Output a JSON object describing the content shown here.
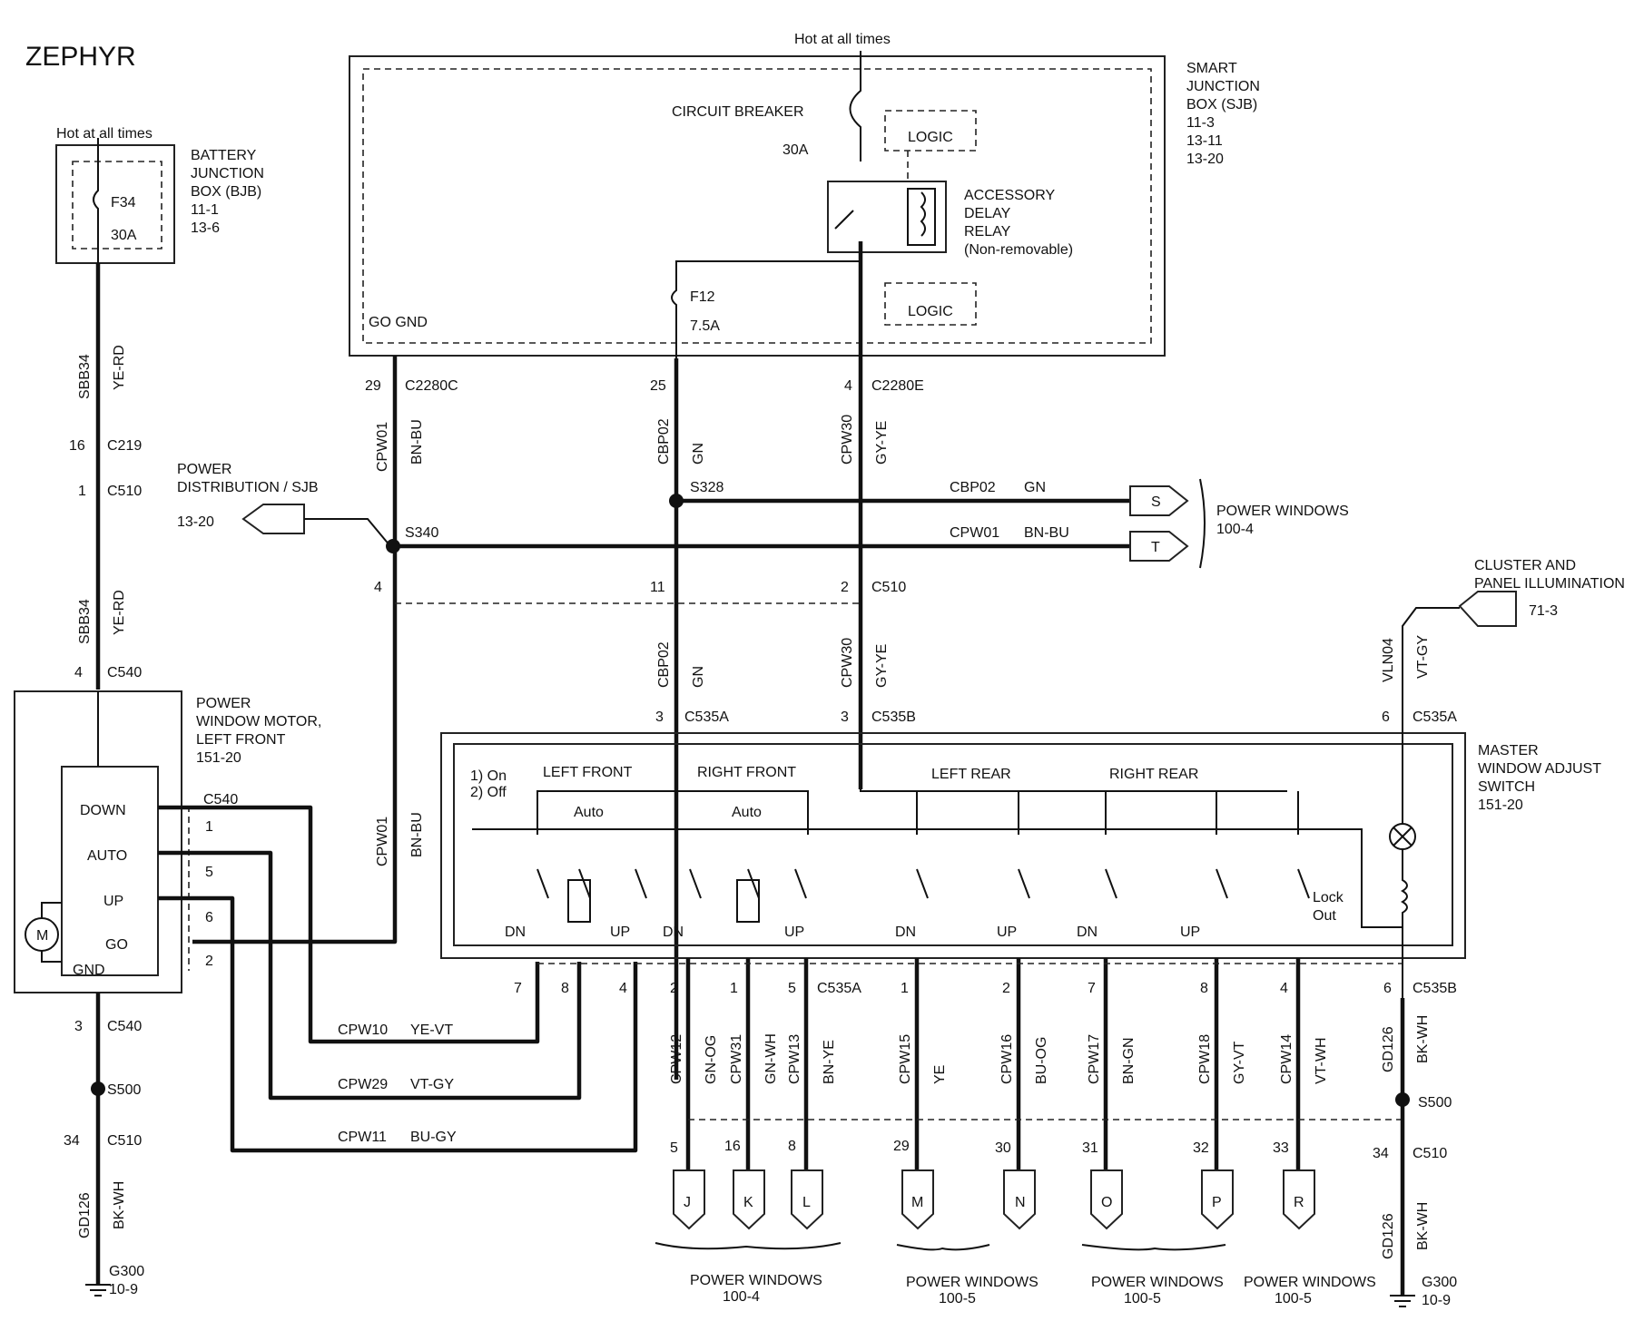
{
  "title": "ZEPHYR",
  "hot_top": "Hot at all times",
  "hot_left": "Hot at all times",
  "sjb": {
    "lines": [
      "SMART",
      "JUNCTION",
      "BOX (SJB)",
      "11-3",
      "13-11",
      "13-20"
    ]
  },
  "bjb": {
    "lines": [
      "BATTERY",
      "JUNCTION",
      "BOX (BJB)",
      "11-1",
      "13-6"
    ],
    "fuse": "F34",
    "fuse_amp": "30A"
  },
  "circuit_breaker": "CIRCUIT BREAKER",
  "cb_amp": "30A",
  "logic": "LOGIC",
  "relay": {
    "lines": [
      "ACCESSORY",
      "DELAY",
      "RELAY",
      "(Non-removable)"
    ]
  },
  "f12": "F12",
  "f12_amp": "7.5A",
  "go_gnd": "GO GND",
  "power_dist": {
    "lines": [
      "POWER",
      "DISTRIBUTION / SJB"
    ],
    "ref": "13-20"
  },
  "power_windows_right": {
    "title": "POWER WINDOWS",
    "ref": "100-4"
  },
  "cluster": {
    "lines": [
      "CLUSTER AND",
      "PANEL ILLUMINATION"
    ],
    "ref": "71-3"
  },
  "motor": {
    "lines": [
      "POWER",
      "WINDOW MOTOR,",
      "LEFT FRONT",
      "151-20"
    ],
    "pins": [
      "DOWN",
      "AUTO",
      "UP",
      "GO",
      "GND"
    ],
    "symbol": "M"
  },
  "master": {
    "lines": [
      "MASTER",
      "WINDOW ADJUST",
      "SWITCH",
      "151-20"
    ],
    "legend": [
      "1) On",
      "2) Off"
    ],
    "sections": [
      "LEFT FRONT",
      "RIGHT FRONT",
      "LEFT REAR",
      "RIGHT REAR"
    ],
    "auto": "Auto",
    "dn": "DN",
    "up": "UP",
    "lock": [
      "Lock",
      "Out"
    ]
  },
  "wires": {
    "sbb34": "SBB34",
    "ye_rd": "YE-RD",
    "cpw01": "CPW01",
    "bn_bu": "BN-BU",
    "cbp02": "CBP02",
    "gn": "GN",
    "cpw30": "CPW30",
    "gy_ye": "GY-YE",
    "vln04": "VLN04",
    "vt_gy": "VT-GY",
    "cpw10": "CPW10",
    "ye_vt": "YE-VT",
    "cpw29": "CPW29",
    "vt_gy2": "VT-GY",
    "cpw11": "CPW11",
    "bu_gy": "BU-GY",
    "gd126": "GD126",
    "bk_wh": "BK-WH",
    "cpw12": "CPW12",
    "gn_og": "GN-OG",
    "cpw31": "CPW31",
    "gn_wh": "GN-WH",
    "cpw13": "CPW13",
    "bn_ye": "BN-YE",
    "cpw15": "CPW15",
    "ye": "YE",
    "cpw16": "CPW16",
    "bu_og": "BU-OG",
    "cpw17": "CPW17",
    "bn_gn": "BN-GN",
    "cpw18": "CPW18",
    "gy_vt": "GY-VT",
    "cpw14": "CPW14",
    "vt_wh": "VT-WH"
  },
  "connectors": {
    "c2280c": "C2280C",
    "c2280e": "C2280E",
    "c219": "C219",
    "c510": "C510",
    "c540": "C540",
    "c535a": "C535A",
    "c535b": "C535B",
    "s328": "S328",
    "s340": "S340",
    "s500": "S500",
    "g300": "G300"
  },
  "pins": {
    "p29": "29",
    "p25": "25",
    "p4": "4",
    "p16": "16",
    "p1": "1",
    "p11": "11",
    "p2": "2",
    "p3": "3",
    "p6": "6",
    "p5": "5",
    "p7": "7",
    "p8": "8",
    "p34": "34",
    "p30": "30",
    "p31": "31",
    "p32": "32",
    "p33": "33"
  },
  "ground_ref": "10-9",
  "bottom_tags": [
    "J",
    "K",
    "L",
    "M",
    "N",
    "O",
    "P",
    "R"
  ],
  "right_tags": [
    "S",
    "T"
  ],
  "power_windows_groups": [
    {
      "title": "POWER WINDOWS",
      "ref": "100-4"
    },
    {
      "title": "POWER WINDOWS",
      "ref": "100-5"
    },
    {
      "title": "POWER WINDOWS",
      "ref": "100-5"
    },
    {
      "title": "POWER WINDOWS",
      "ref": "100-5"
    }
  ]
}
